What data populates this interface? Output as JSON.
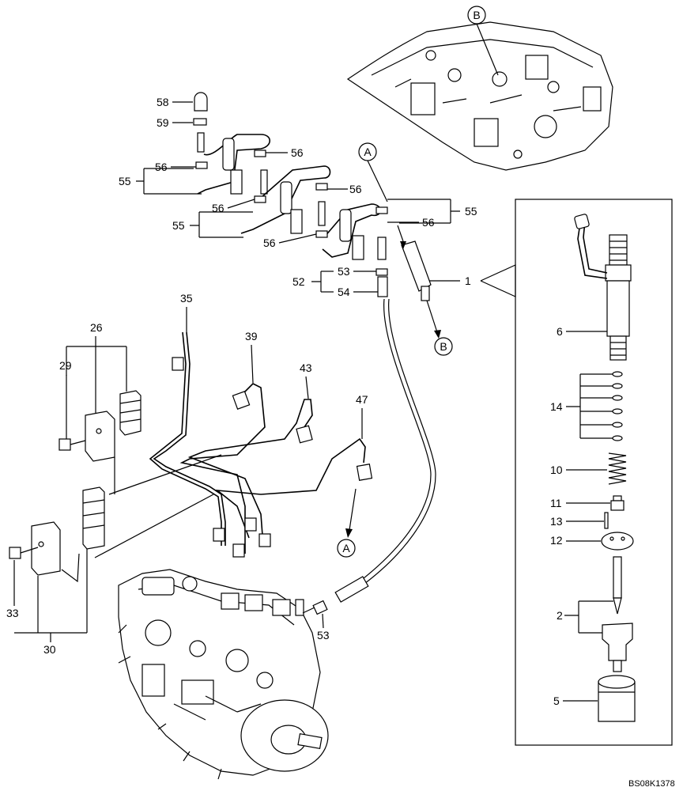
{
  "callouts": {
    "c58": "58",
    "c59": "59",
    "c56a": "56",
    "c56b": "56",
    "c56c": "56",
    "c56d": "56",
    "c56e": "56",
    "c56f": "56",
    "c55a": "55",
    "c55b": "55",
    "c55c": "55",
    "c53a": "53",
    "c53b": "53",
    "c52": "52",
    "c54": "54",
    "c1": "1",
    "c35": "35",
    "c26": "26",
    "c29": "29",
    "c39": "39",
    "c43": "43",
    "c47": "47",
    "c33": "33",
    "c30": "30",
    "c6": "6",
    "c14": "14",
    "c10": "10",
    "c11": "11",
    "c13": "13",
    "c12": "12",
    "c2": "2",
    "c5": "5"
  },
  "refs": {
    "A": "A",
    "B": "B"
  },
  "drawing_code": "BS08K1378"
}
